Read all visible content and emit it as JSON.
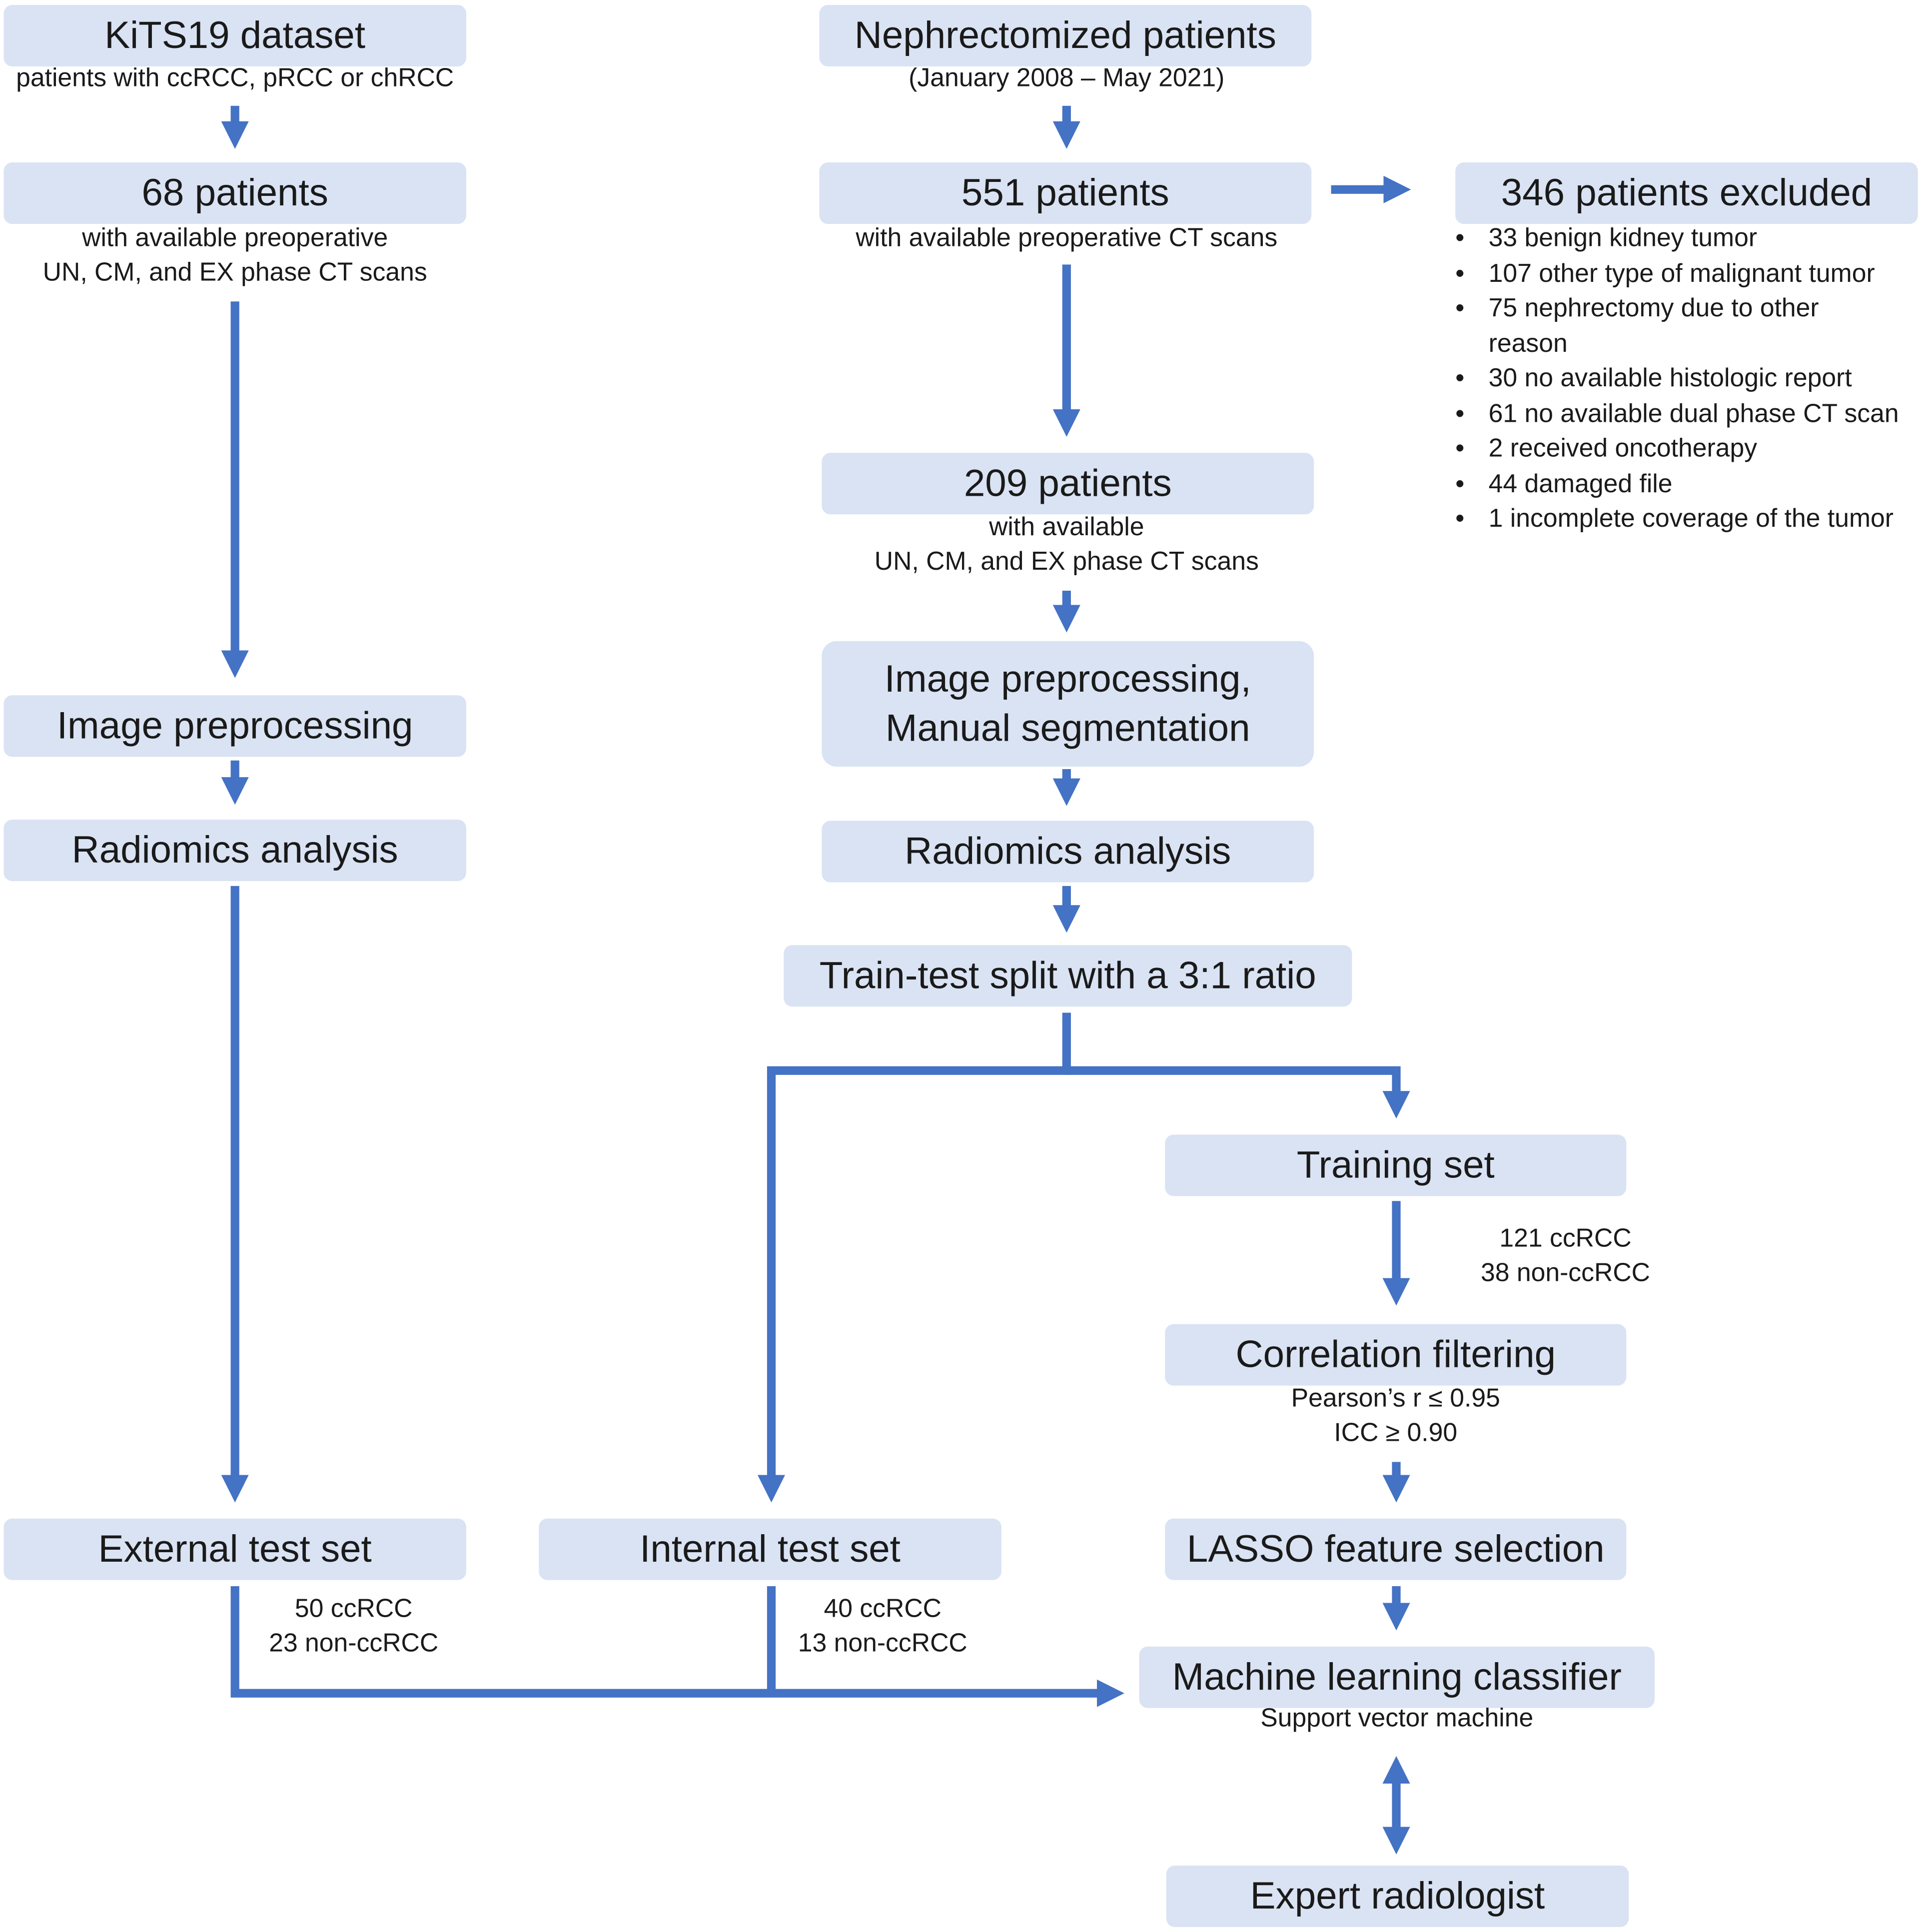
{
  "colors": {
    "box_fill": "#dae3f3",
    "arrow": "#4472c4",
    "text": "#1a1a1a"
  },
  "left": {
    "source_title": "KiTS19 dataset",
    "source_sub": "patients with ccRCC, pRCC or chRCC",
    "patients_title": "68 patients",
    "patients_sub": [
      "with available preoperative",
      "UN, CM, and EX phase CT scans"
    ],
    "preprocessing": "Image preprocessing",
    "radiomics": "Radiomics analysis",
    "external_test": "External test set",
    "external_counts": [
      "50 ccRCC",
      "23 non-ccRCC"
    ]
  },
  "center": {
    "source_title": "Nephrectomized patients",
    "source_sub": "(January 2008 – May 2021)",
    "patients_title": "551 patients",
    "patients_sub": "with available preoperative CT scans",
    "included_title": "209 patients",
    "included_sub": [
      "with available",
      "UN, CM, and EX phase CT scans"
    ],
    "preprocessing": [
      "Image preprocessing,",
      "Manual segmentation"
    ],
    "radiomics": "Radiomics analysis",
    "split": "Train-test split with a 3:1 ratio",
    "internal_test": "Internal test set",
    "internal_counts": [
      "40 ccRCC",
      "13 non-ccRCC"
    ]
  },
  "excluded": {
    "title": "346 patients excluded",
    "items": [
      "33 benign kidney tumor",
      "107 other type of malignant tumor",
      "75 nephrectomy due to other reason",
      "30 no available histologic report",
      "61 no available dual phase CT scan",
      "2 received oncotherapy",
      "44 damaged file",
      "1 incomplete coverage of the tumor"
    ]
  },
  "right": {
    "training": "Training set",
    "training_counts": [
      "121 ccRCC",
      "38 non-ccRCC"
    ],
    "correlation": "Correlation filtering",
    "correlation_sub": [
      "Pearson’s r ≤ 0.95",
      "ICC ≥ 0.90"
    ],
    "lasso": "LASSO feature selection",
    "classifier": "Machine learning classifier",
    "classifier_sub": "Support vector machine",
    "radiologist": "Expert radiologist"
  }
}
